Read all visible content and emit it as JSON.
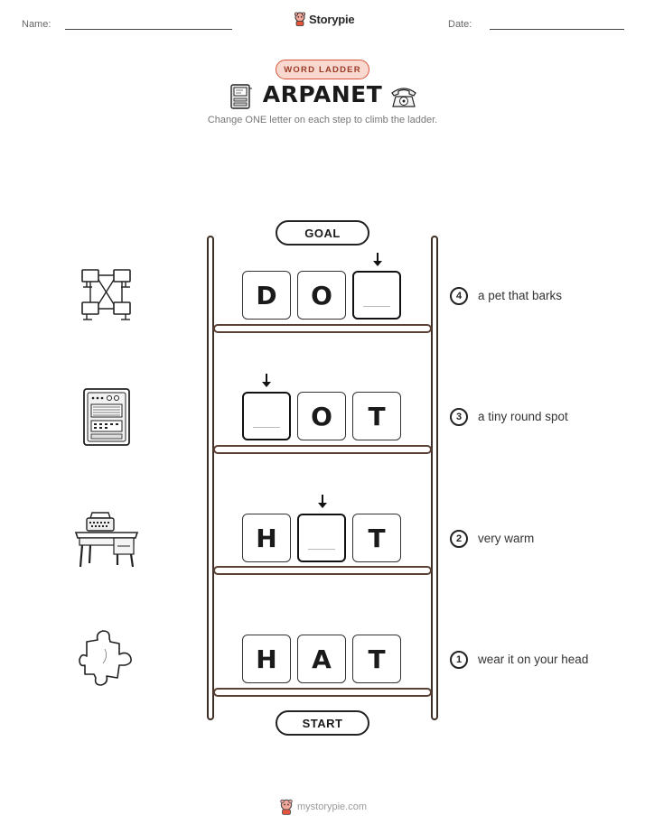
{
  "header": {
    "name_label": "Name:",
    "date_label": "Date:",
    "brand": "Storypie"
  },
  "badge": "WORD LADDER",
  "title": "ARPANET",
  "subtitle": "Change ONE letter on each step to climb the ladder.",
  "goal_label": "GOAL",
  "start_label": "START",
  "rows": [
    {
      "num": "4",
      "clue": "a pet that barks",
      "letters": [
        "D",
        "O",
        ""
      ],
      "blank_index": 2,
      "icon": "network-icon"
    },
    {
      "num": "3",
      "clue": "a tiny round spot",
      "letters": [
        "",
        "O",
        "T"
      ],
      "blank_index": 0,
      "icon": "mainframe-computer-icon"
    },
    {
      "num": "2",
      "clue": "very warm",
      "letters": [
        "H",
        "",
        "T"
      ],
      "blank_index": 1,
      "icon": "typewriter-desk-icon"
    },
    {
      "num": "1",
      "clue": "wear it on your head",
      "letters": [
        "H",
        "A",
        "T"
      ],
      "blank_index": null,
      "icon": "puzzle-piece-icon"
    }
  ],
  "title_icons": [
    "computer-terminal-icon",
    "rotary-telephone-icon"
  ],
  "footer": "mystorypie.com",
  "colors": {
    "badge_fill": "#f9d8cf",
    "badge_border": "#d9543a",
    "rail": "#3e2e26",
    "rung": "#5b4034"
  }
}
